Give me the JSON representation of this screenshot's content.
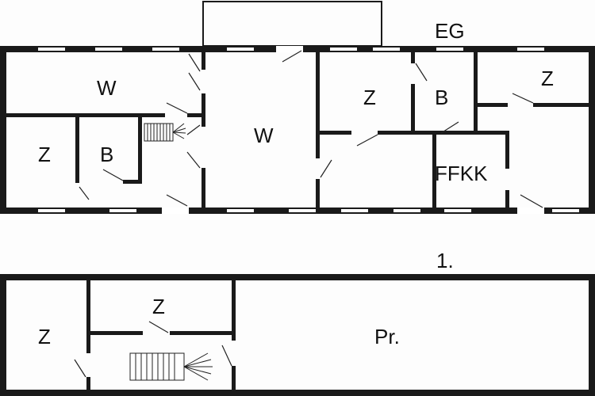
{
  "floors": {
    "ground": {
      "label": "EG",
      "rooms": {
        "living_west": "W",
        "bed_left": "Z",
        "bath_left": "B",
        "living_center": "W",
        "bed_center": "Z",
        "bath_right": "B",
        "bed_right": "Z",
        "kitchen": "FFKK"
      }
    },
    "upper": {
      "label": "1.",
      "rooms": {
        "bed_left": "Z",
        "bed_middle": "Z",
        "attic": "Pr."
      }
    }
  }
}
